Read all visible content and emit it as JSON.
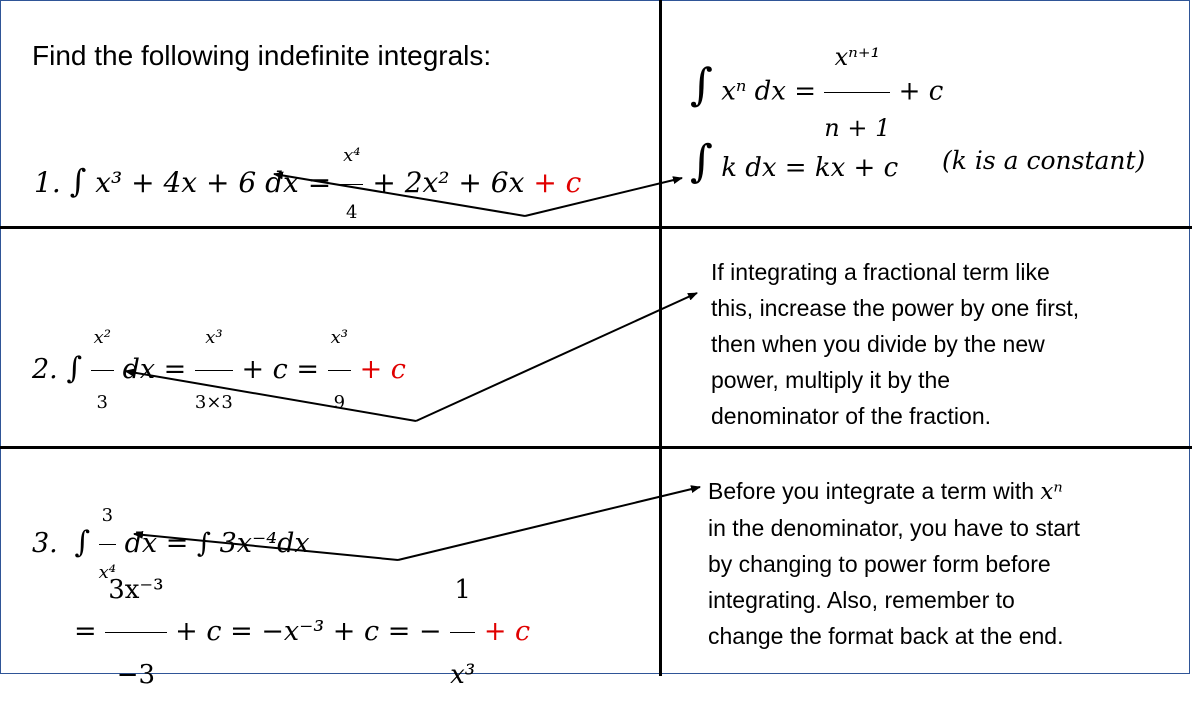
{
  "colors": {
    "border": "#2f5597",
    "divider": "#000000",
    "constant": "#e00000",
    "text": "#000000"
  },
  "heading": "Find the following indefinite integrals:",
  "q1": {
    "num": "1.",
    "integrand": "x³ + 4x + 6 dx",
    "eq": "=",
    "frac_num": "x⁴",
    "frac_den": "4",
    "rest": "+ 2x² + 6x",
    "c": "+ c"
  },
  "q2": {
    "num": "2.",
    "integ_num": "x²",
    "integ_den": "3",
    "dx": "dx =",
    "f1_num": "x³",
    "f1_den": "3×3",
    "mid": "+ c =",
    "f2_num": "x³",
    "f2_den": "9",
    "c": "+ c"
  },
  "q3": {
    "num": "3.",
    "integ_num": "3",
    "integ_den": "x⁴",
    "line1_rest": "dx = ∫ 3x⁻⁴dx",
    "eq": "=",
    "f1_num": "3x⁻³",
    "f1_den": "−3",
    "mid": "+ c = −x⁻³ + c = −",
    "f2_num": "1",
    "f2_den": "x³",
    "c": "+ c"
  },
  "rules": {
    "power_rule": {
      "lhs": "xⁿ dx =",
      "frac_num": "xⁿ⁺¹",
      "frac_den": "n + 1",
      "rhs": "+ c"
    },
    "constant_rule": {
      "lhs": "k dx = kx + c",
      "note": "(k is a constant)"
    }
  },
  "notes": {
    "fraction_tip": [
      "If integrating a fractional term like",
      "this, increase the power by one first,",
      "then when you divide by the new",
      "power, multiply it by the",
      "denominator of the fraction."
    ],
    "power_form_tip_first": "Before you integrate a term with",
    "power_form_tip_var": "xⁿ",
    "power_form_tip": [
      "in the denominator, you have to start",
      "by changing to power form before",
      "integrating. Also, remember to",
      "change the format back at the end."
    ]
  }
}
